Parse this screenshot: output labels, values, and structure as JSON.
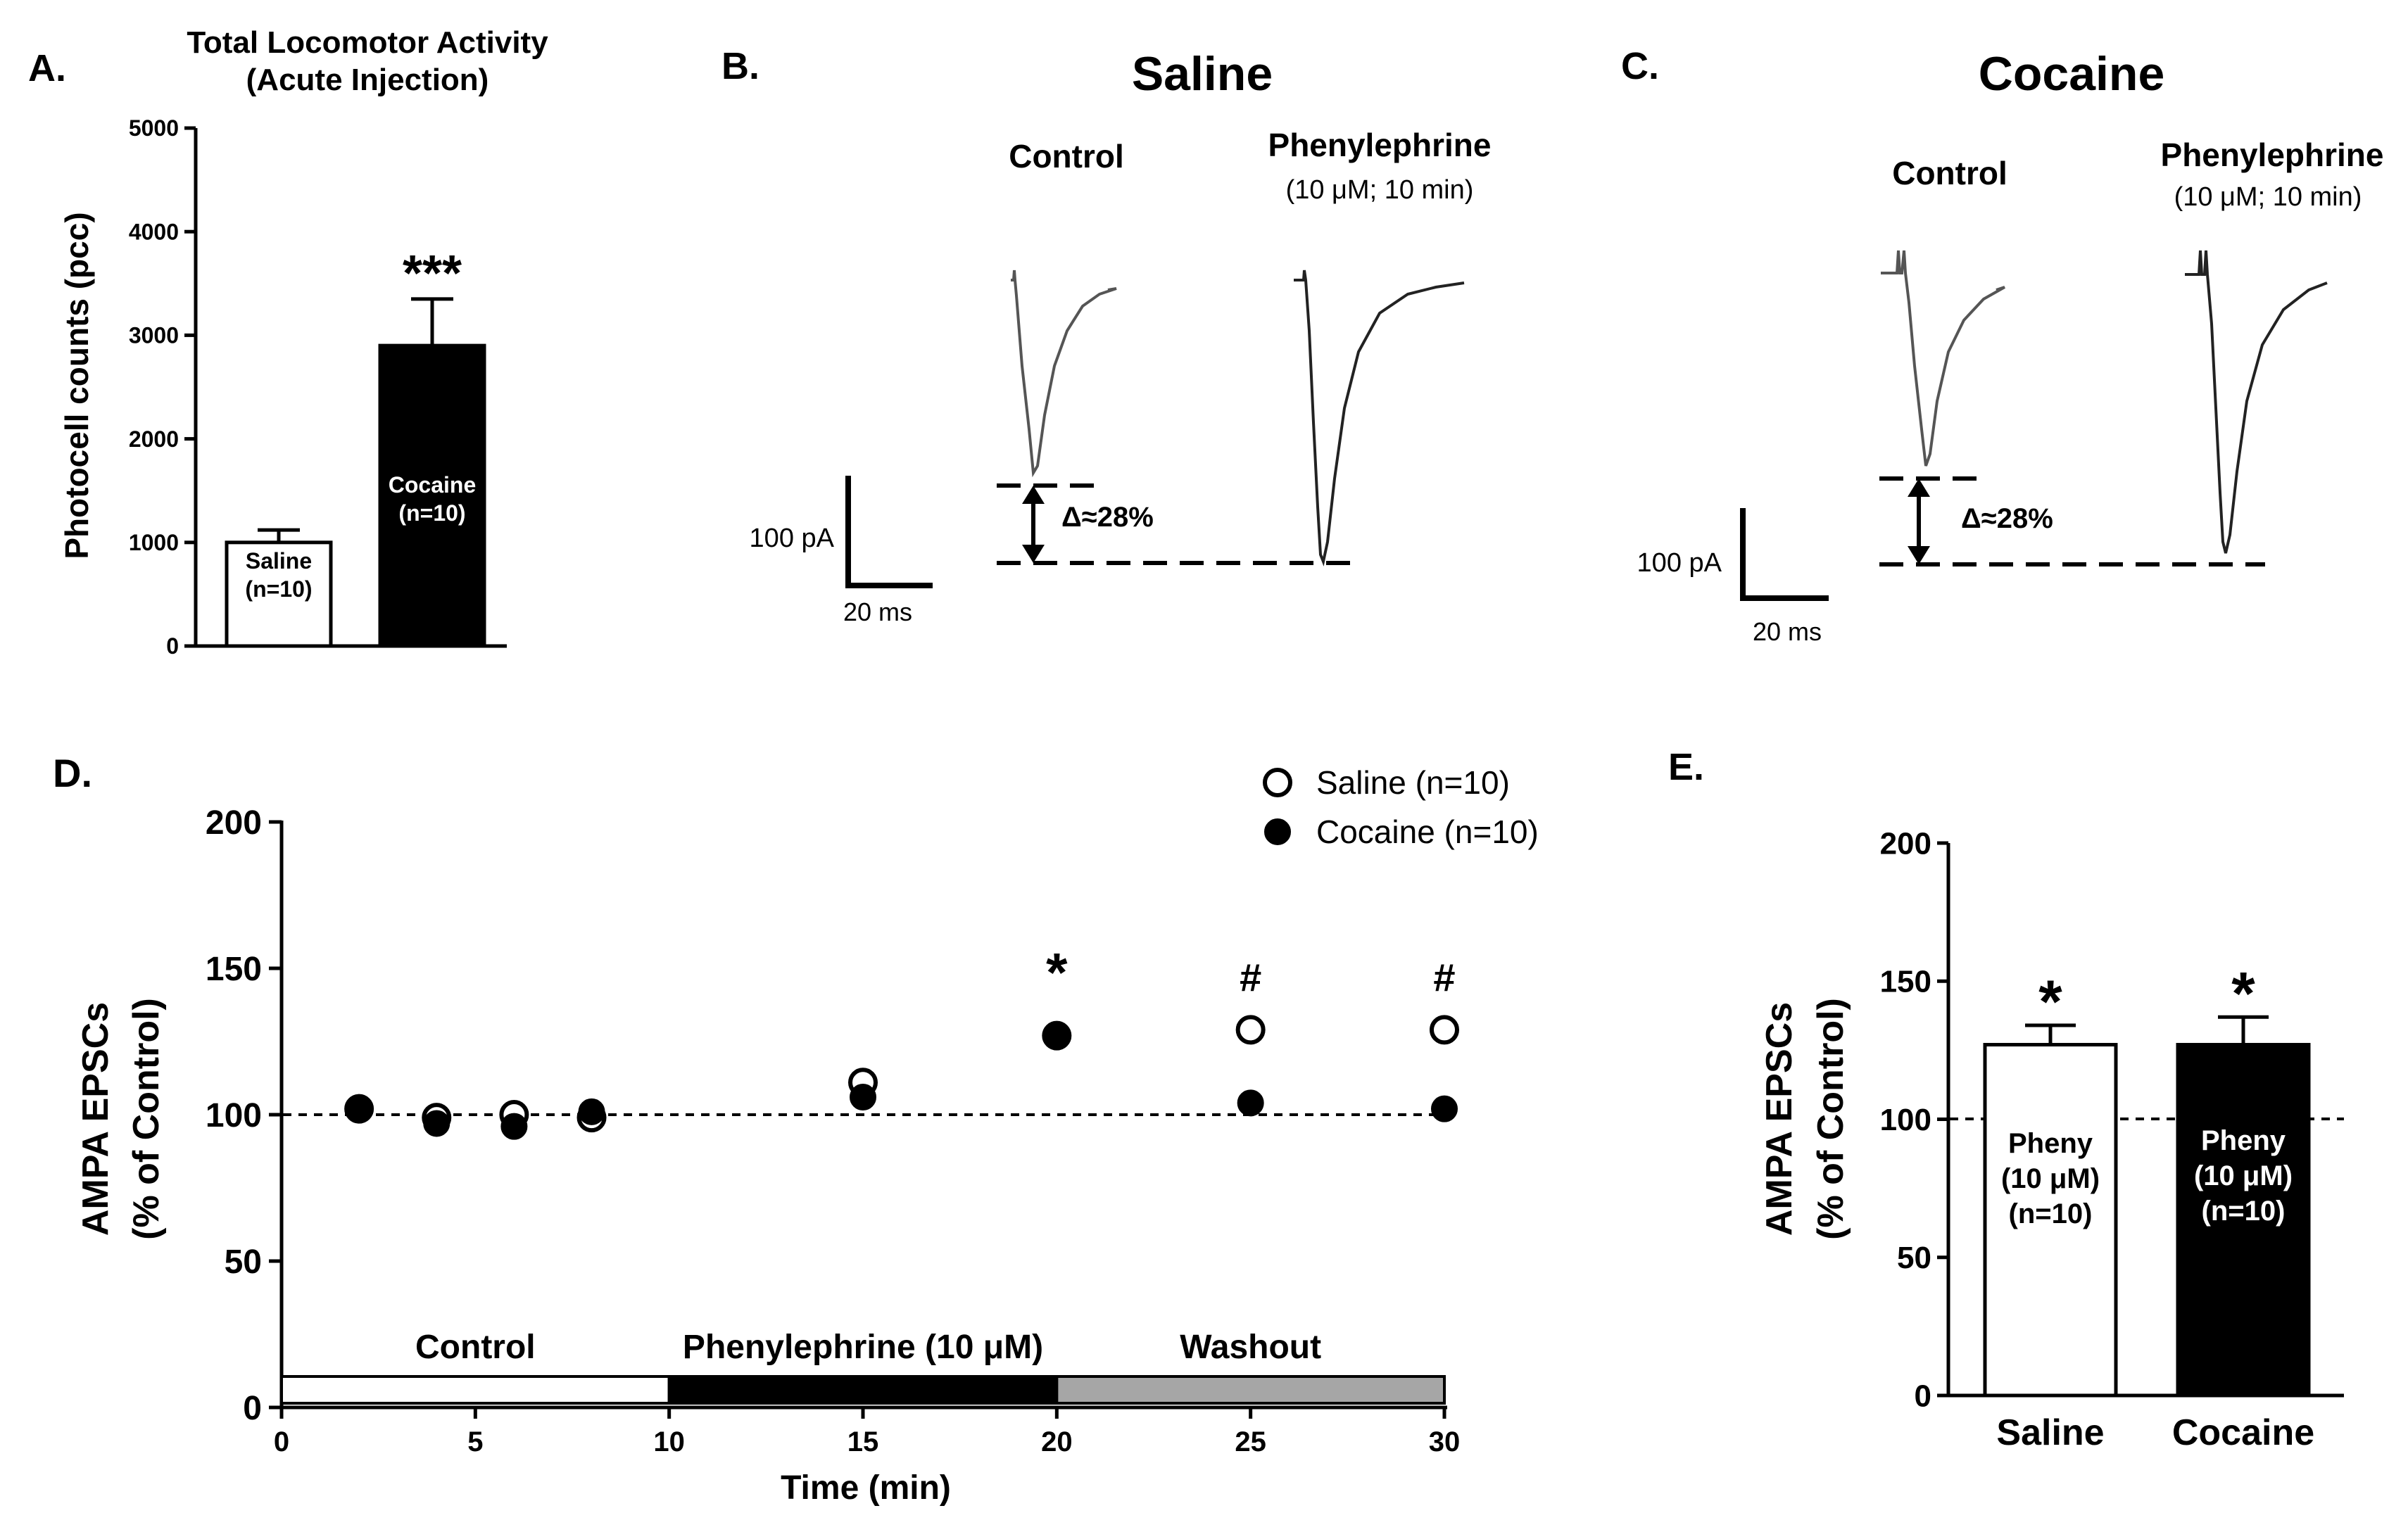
{
  "chart_data": [
    {
      "panel": "A.",
      "type": "bar",
      "title": "Total Locomotor Activity",
      "subtitle": "(Acute Injection)",
      "ylabel": "Photocell counts (pcc)",
      "ylim": [
        0,
        5000
      ],
      "yticks": [
        "0",
        "1000",
        "2000",
        "3000",
        "4000",
        "5000"
      ],
      "categories": [
        "Saline",
        "Cocaine"
      ],
      "bar_labels": [
        [
          "Saline",
          "(n=10)"
        ],
        [
          "Cocaine",
          "(n=10)"
        ]
      ],
      "values": [
        1000,
        2900
      ],
      "errors": [
        120,
        450
      ],
      "fills": [
        "#ffffff",
        "#000000"
      ],
      "annotations": [
        "",
        "***"
      ]
    },
    {
      "panel": "B.",
      "type": "trace",
      "title": "Saline",
      "traces": [
        "Control",
        "Phenylephrine"
      ],
      "trace_note": "(10 μM; 10 min)",
      "delta_label": "Δ≈28%",
      "scale_y": "100 pA",
      "scale_x": "20 ms"
    },
    {
      "panel": "C.",
      "type": "trace",
      "title": "Cocaine",
      "traces": [
        "Control",
        "Phenylephrine"
      ],
      "trace_note": "(10 μM; 10 min)",
      "delta_label": "Δ≈28%",
      "scale_y": "100 pA",
      "scale_x": "20 ms"
    },
    {
      "panel": "D.",
      "type": "scatter",
      "ylabel": "AMPA EPSCs",
      "ylabel2": "(% of Control)",
      "xlabel": "Time (min)",
      "xlim": [
        0,
        30
      ],
      "ylim": [
        0,
        200
      ],
      "xticks": [
        "0",
        "5",
        "10",
        "15",
        "20",
        "25",
        "30"
      ],
      "yticks": [
        "0",
        "50",
        "100",
        "150",
        "200"
      ],
      "reference_line": 100,
      "series": [
        {
          "name": "Saline (n=10)",
          "marker": "open",
          "x": [
            2,
            4,
            6,
            8,
            15,
            20,
            25,
            30
          ],
          "y": [
            102,
            99,
            100,
            99,
            111,
            127,
            129,
            129
          ]
        },
        {
          "name": "Cocaine (n=10)",
          "marker": "filled",
          "x": [
            2,
            4,
            6,
            8,
            15,
            20,
            25,
            30
          ],
          "y": [
            102,
            97,
            96,
            101,
            106,
            127,
            104,
            102
          ]
        }
      ],
      "markers": [
        {
          "x": 20,
          "y": 147,
          "text": "*"
        },
        {
          "x": 25,
          "y": 147,
          "text": "#"
        },
        {
          "x": 30,
          "y": 147,
          "text": "#"
        }
      ],
      "phases": [
        {
          "label": "Control",
          "start": 0,
          "end": 10,
          "color": "#ffffff"
        },
        {
          "label": "Phenylephrine (10 μM)",
          "start": 10,
          "end": 20,
          "color": "#000000"
        },
        {
          "label": "Washout",
          "start": 20,
          "end": 30,
          "color": "#a6a6a6"
        }
      ],
      "legend_position": "top-right"
    },
    {
      "panel": "E.",
      "type": "bar",
      "ylabel": "AMPA EPSCs",
      "ylabel2": "(% of Control)",
      "ylim": [
        0,
        200
      ],
      "yticks": [
        "0",
        "50",
        "100",
        "150",
        "200"
      ],
      "categories": [
        "Saline",
        "Cocaine"
      ],
      "bar_labels": [
        [
          "Pheny",
          "(10 μM)",
          "(n=10)"
        ],
        [
          "Pheny",
          "(10 μM)",
          "(n=10)"
        ]
      ],
      "values": [
        127,
        127
      ],
      "errors": [
        7,
        10
      ],
      "fills": [
        "#ffffff",
        "#000000"
      ],
      "annotations": [
        "*",
        "*"
      ],
      "reference_line": 100
    }
  ]
}
